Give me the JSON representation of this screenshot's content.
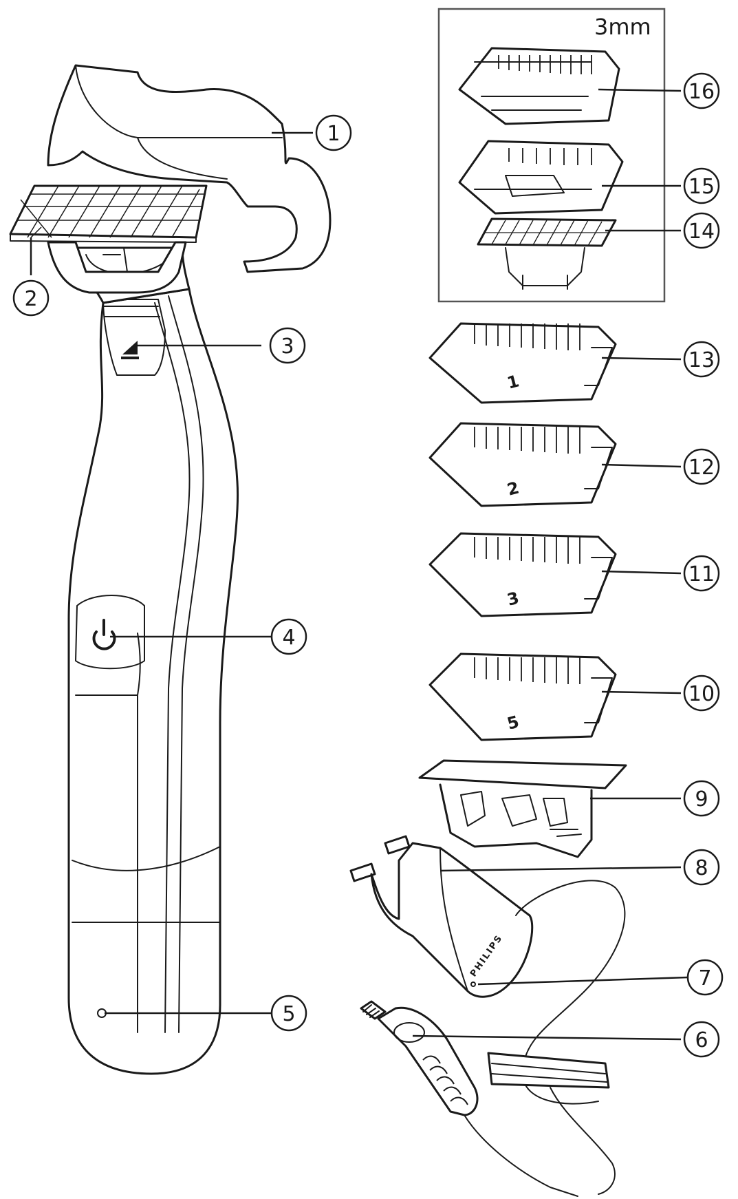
{
  "inset": {
    "label": "3mm"
  },
  "brand": {
    "text": "PHILIPS"
  },
  "comb_numbers": [
    "1",
    "2",
    "3",
    "5"
  ],
  "callouts": [
    "1",
    "2",
    "3",
    "4",
    "5",
    "6",
    "7",
    "8",
    "9",
    "10",
    "11",
    "12",
    "13",
    "14",
    "15",
    "16"
  ],
  "icons": {
    "eject": "eject-icon",
    "power": "power-icon"
  },
  "colors": {
    "line": "#1a1a1a",
    "background": "#ffffff"
  }
}
